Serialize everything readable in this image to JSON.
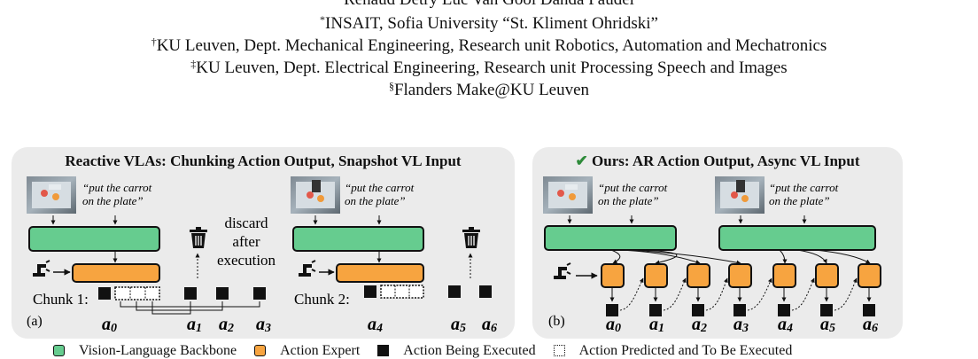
{
  "affiliations": {
    "authors_line": "Renaud Detry      Luc Van Gool   Danda Paudel",
    "line1_mark": "*",
    "line1": "INSAIT, Sofia University “St. Kliment Ohridski”",
    "line2_mark": "†",
    "line2": "KU Leuven, Dept. Mechanical Engineering, Research unit Robotics, Automation and Mechatronics",
    "line3_mark": "‡",
    "line3": "KU Leuven, Dept. Electrical Engineering, Research unit Processing Speech and Images",
    "line4_mark": "§",
    "line4": "Flanders Make@KU Leuven"
  },
  "panel_a": {
    "title": "Reactive VLAs: Chunking Action Output, Snapshot VL Input",
    "prompt_line1": "“put the carrot",
    "prompt_line2": "on the plate”",
    "discard_line1": "discard",
    "discard_line2": "after",
    "discard_line3": "execution",
    "chunk1": "Chunk 1:",
    "chunk2": "Chunk 2:",
    "tag": "(a)",
    "actions": [
      "a0",
      "a1",
      "a2",
      "a3",
      "a4",
      "a5",
      "a6"
    ]
  },
  "panel_b": {
    "check": "✔",
    "title": "Ours: AR Action Output, Async VL Input",
    "prompt_line1": "“put the carrot",
    "prompt_line2": "on the plate”",
    "tag": "(b)",
    "actions": [
      "a0",
      "a1",
      "a2",
      "a3",
      "a4",
      "a5",
      "a6"
    ]
  },
  "legend": {
    "vlb": "Vision-Language Backbone",
    "ae": "Action Expert",
    "ex": "Action Being Executed",
    "pr": "Action Predicted and To Be Executed"
  },
  "colors": {
    "panel_bg": "#ebebeb",
    "backbone": "#66cc8f",
    "action_expert": "#f7a440",
    "check": "#2e8b3a"
  }
}
